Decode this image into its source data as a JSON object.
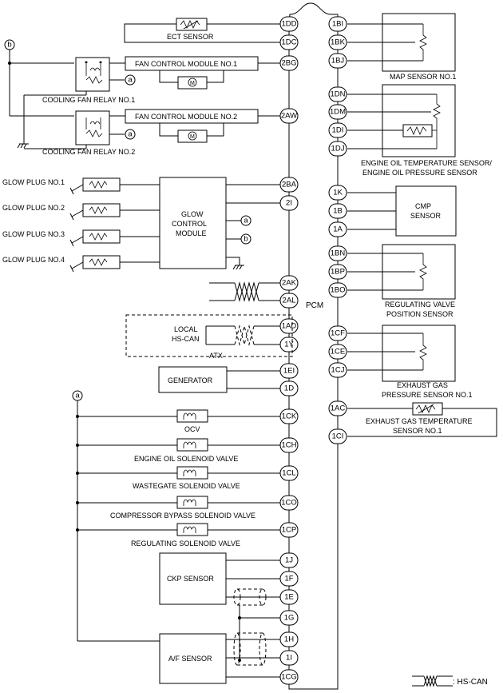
{
  "pcm_label": "PCM",
  "atx_label": "ATX",
  "hs_can_legend": ": HS-CAN",
  "left_pins": [
    "1DD",
    "1DC",
    "2BG",
    "2AW",
    "2BA",
    "2I",
    "2AK",
    "2AL",
    "1AD",
    "1Y",
    "1EI",
    "1D",
    "1CK",
    "1CH",
    "1CL",
    "1CO",
    "1CP",
    "1J",
    "1F",
    "1E",
    "1G",
    "1H",
    "1I",
    "1CG"
  ],
  "right_pins": [
    "1BI",
    "1BK",
    "1BJ",
    "1DN",
    "1DM",
    "1DI",
    "1DJ",
    "1K",
    "1B",
    "1A",
    "1BN",
    "1BP",
    "1BO",
    "1CF",
    "1CE",
    "1CJ",
    "1AC",
    "1CI"
  ],
  "components": {
    "ect_sensor": "ECT SENSOR",
    "fan_module_1": "FAN CONTROL MODULE NO.1",
    "fan_module_2": "FAN CONTROL MODULE NO.2",
    "fan_relay_1": "COOLING FAN RELAY NO.1",
    "fan_relay_2": "COOLING FAN RELAY NO.2",
    "glow_plug_1": "GLOW PLUG NO.1",
    "glow_plug_2": "GLOW PLUG NO.2",
    "glow_plug_3": "GLOW PLUG NO.3",
    "glow_plug_4": "GLOW PLUG NO.4",
    "glow_module_1": "GLOW",
    "glow_module_2": "CONTROL",
    "glow_module_3": "MODULE",
    "local_1": "LOCAL",
    "local_2": "HS-CAN",
    "generator": "GENERATOR",
    "ocv": "OCV",
    "eng_oil_sol": "ENGINE OIL SOLENOID VALVE",
    "wastegate": "WASTEGATE SOLENOID VALVE",
    "compressor": "COMPRESSOR BYPASS SOLENOID VALVE",
    "regulating_sol": "REGULATING SOLENOID VALVE",
    "ckp": "CKP SENSOR",
    "af": "A/F SENSOR",
    "map": "MAP SENSOR NO.1",
    "eot_1": "ENGINE OIL TEMPERATURE SENSOR/",
    "eot_2": "ENGINE OIL PRESSURE SENSOR",
    "cmp_1": "CMP",
    "cmp_2": "SENSOR",
    "rv_1": "REGULATING VALVE",
    "rv_2": "POSITION SENSOR",
    "egp_1": "EXHAUST GAS",
    "egp_2": "PRESSURE SENSOR NO.1",
    "egt_1": "EXHAUST GAS TEMPERATURE",
    "egt_2": "SENSOR NO.1"
  },
  "refs": {
    "a": "a",
    "b": "b"
  }
}
